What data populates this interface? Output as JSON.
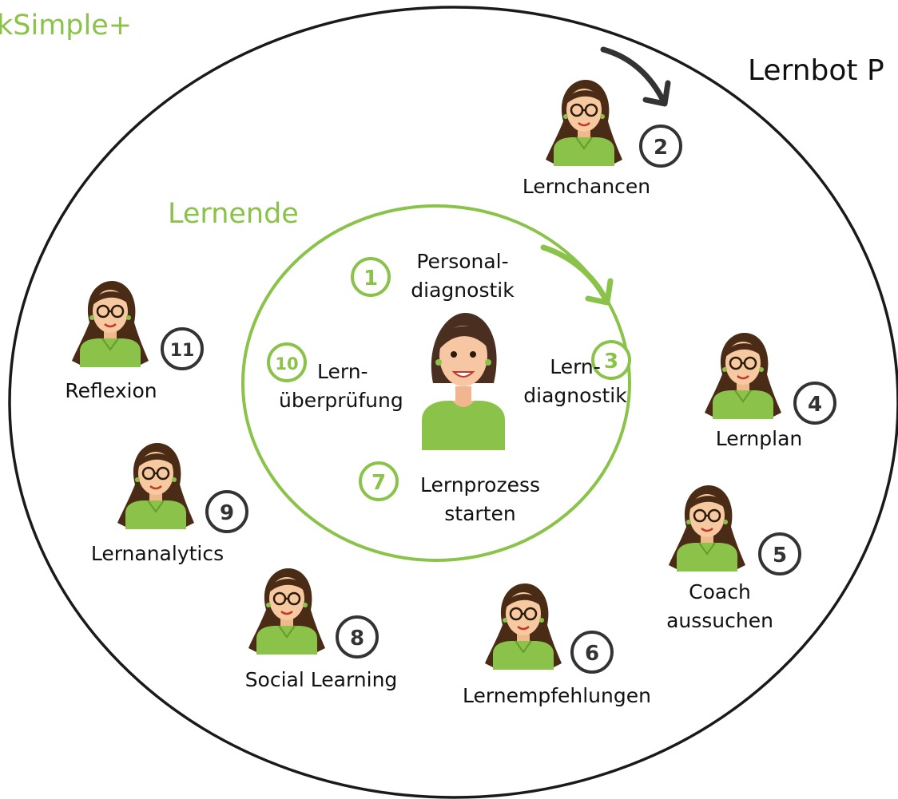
{
  "header": {
    "brand_text": "kSimple+",
    "outer_title": "Lernbot P",
    "inner_title": "Lernende"
  },
  "colors": {
    "green": "#8bc34a",
    "dark": "#333333"
  },
  "icons": {
    "assistant": "woman-avatar-icon",
    "learner": "learner-avatar-icon",
    "flow": "curved-arrow-icon"
  },
  "inner_steps": [
    {
      "number": "1",
      "lines": [
        "Personal-",
        "diagnostik"
      ]
    },
    {
      "number": "3",
      "lines": [
        "Lern-",
        "diagnostik"
      ]
    },
    {
      "number": "7",
      "lines": [
        "Lernprozess",
        "starten"
      ]
    },
    {
      "number": "10",
      "lines": [
        "Lern-",
        "überprüfung"
      ]
    }
  ],
  "outer_steps": [
    {
      "number": "2",
      "lines": [
        "Lernchancen"
      ]
    },
    {
      "number": "4",
      "lines": [
        "Lernplan"
      ]
    },
    {
      "number": "5",
      "lines": [
        "Coach",
        "aussuchen"
      ]
    },
    {
      "number": "6",
      "lines": [
        "Lernempfehlungen"
      ]
    },
    {
      "number": "8",
      "lines": [
        "Social Learning"
      ]
    },
    {
      "number": "9",
      "lines": [
        "Lernanalytics"
      ]
    },
    {
      "number": "11",
      "lines": [
        "Reflexion"
      ]
    }
  ]
}
